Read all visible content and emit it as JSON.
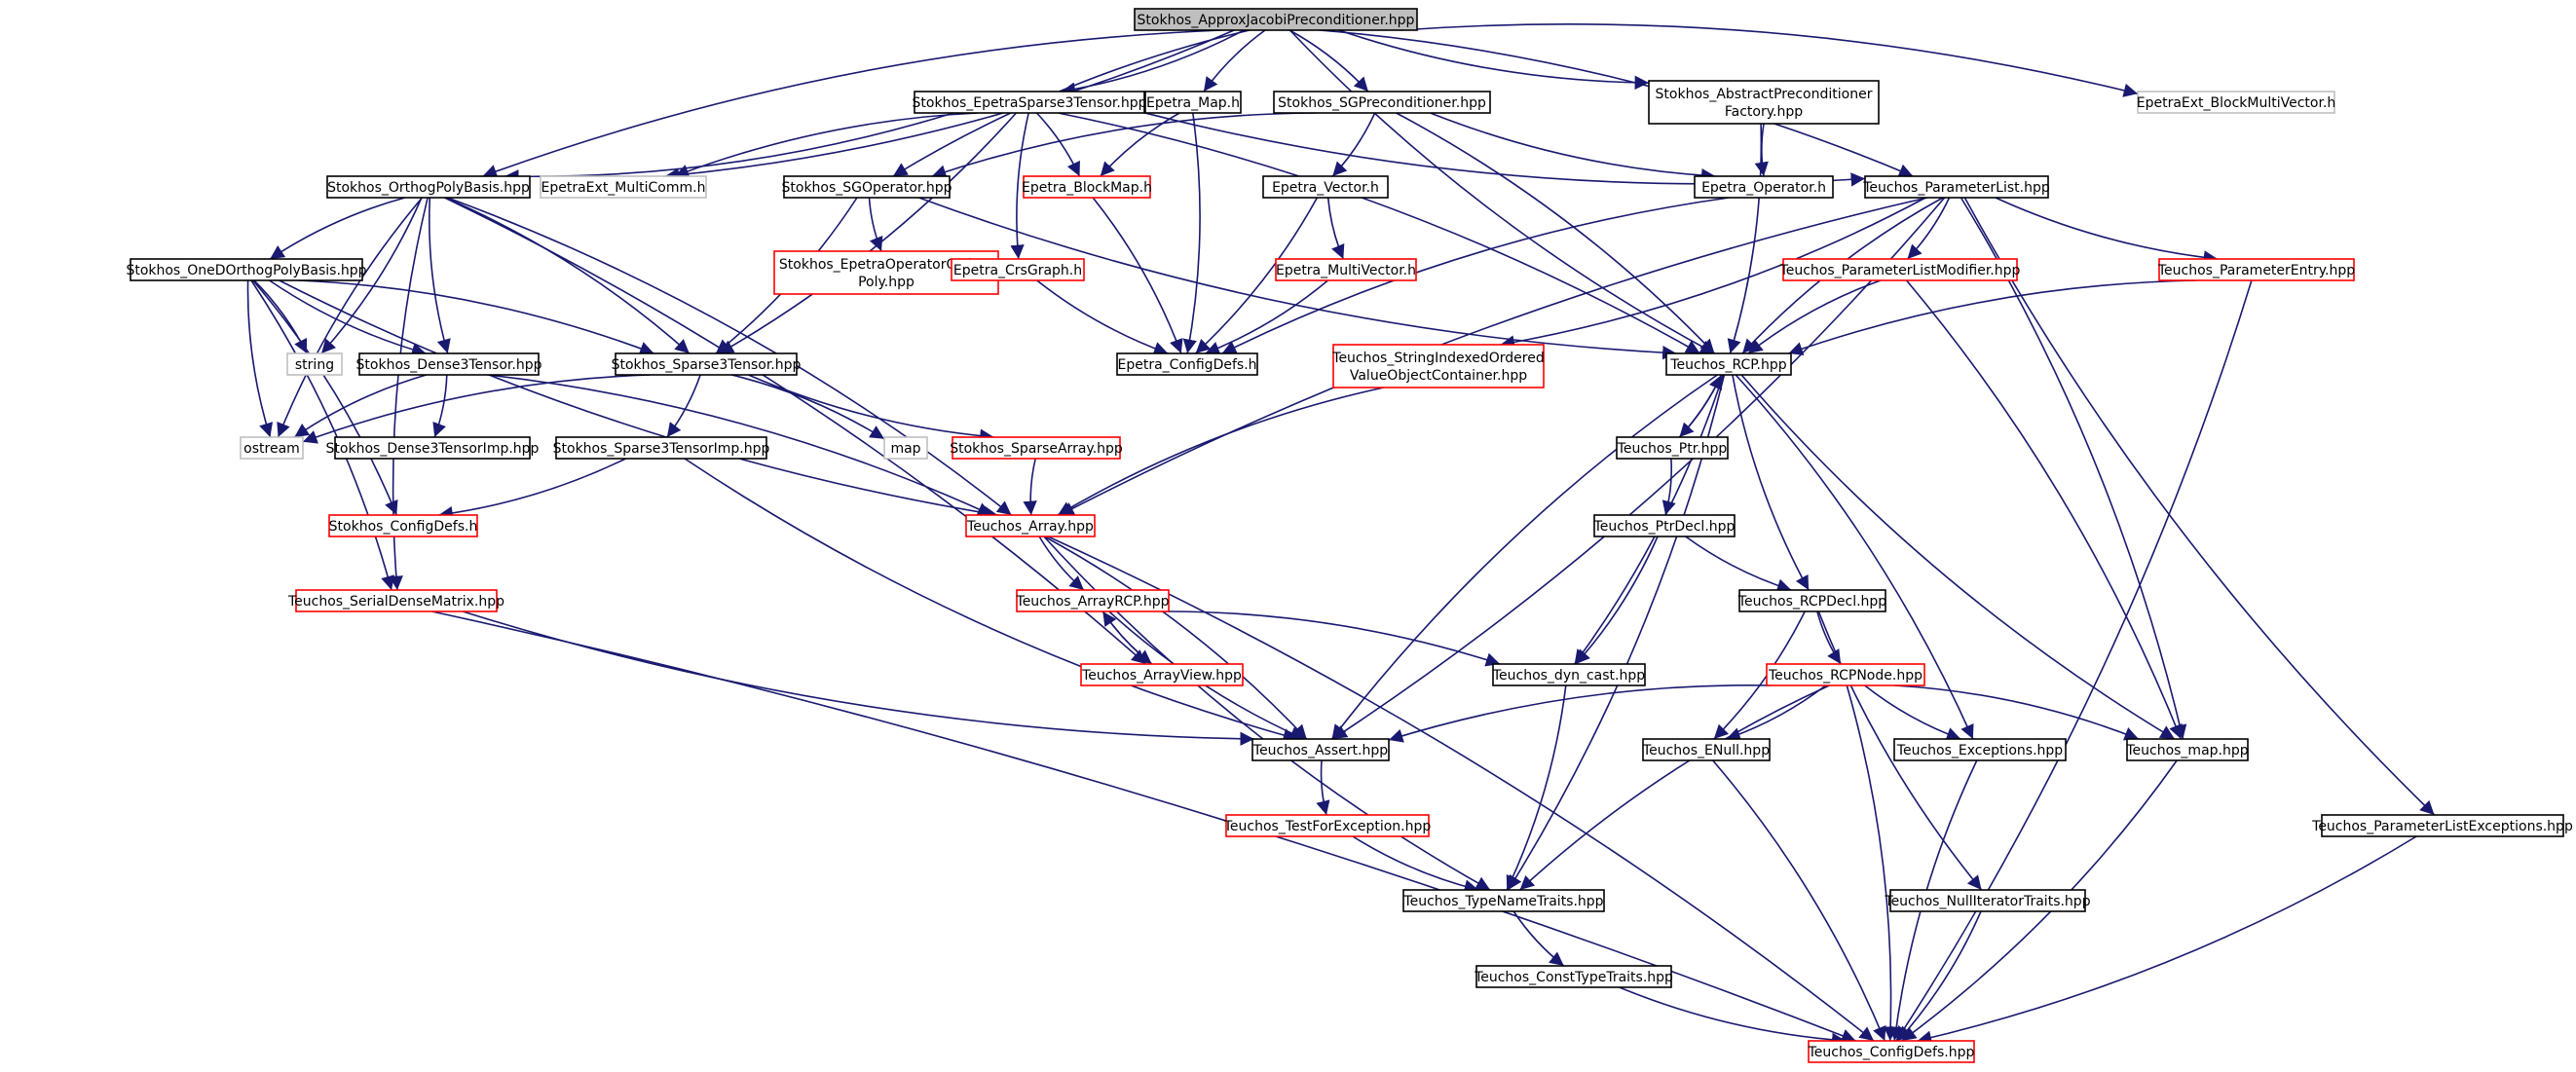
{
  "diagram": {
    "title": "Stokhos_ApproxJacobiPreconditioner.hpp",
    "colors": {
      "edge": "#191970",
      "edge_red": "#a6313a",
      "root_fill": "#bfbfbf",
      "truncated_border": "#ff0000",
      "system_border": "#bfbfbf"
    },
    "nodes": [
      {
        "id": "root",
        "label": "Stokhos_ApproxJacobiPreconditioner.hpp",
        "kind": "root"
      },
      {
        "id": "epetrasparse3",
        "label": "Stokhos_EpetraSparse3Tensor.hpp",
        "kind": "normal"
      },
      {
        "id": "epetramap",
        "label": "Epetra_Map.h",
        "kind": "normal"
      },
      {
        "id": "sgprecond",
        "label": "Stokhos_SGPreconditioner.hpp",
        "kind": "normal"
      },
      {
        "id": "abstractprecond",
        "label": "Stokhos_AbstractPreconditioner\nFactory.hpp",
        "kind": "normal"
      },
      {
        "id": "blockmultivec",
        "label": "EpetraExt_BlockMultiVector.h",
        "kind": "system"
      },
      {
        "id": "orthogpoly",
        "label": "Stokhos_OrthogPolyBasis.hpp",
        "kind": "normal"
      },
      {
        "id": "multicomm",
        "label": "EpetraExt_MultiComm.h",
        "kind": "system"
      },
      {
        "id": "sgoperator",
        "label": "Stokhos_SGOperator.hpp",
        "kind": "normal"
      },
      {
        "id": "blockmap",
        "label": "Epetra_BlockMap.h",
        "kind": "truncated"
      },
      {
        "id": "epetravector",
        "label": "Epetra_Vector.h",
        "kind": "normal"
      },
      {
        "id": "epetraoperator",
        "label": "Epetra_Operator.h",
        "kind": "normal"
      },
      {
        "id": "paramlist",
        "label": "Teuchos_ParameterList.hpp",
        "kind": "normal"
      },
      {
        "id": "onedorthog",
        "label": "Stokhos_OneDOrthogPolyBasis.hpp",
        "kind": "normal"
      },
      {
        "id": "epetraopop",
        "label": "Stokhos_EpetraOperatorOrthog\nPoly.hpp",
        "kind": "truncated"
      },
      {
        "id": "crsgraph",
        "label": "Epetra_CrsGraph.h",
        "kind": "truncated"
      },
      {
        "id": "multivector",
        "label": "Epetra_MultiVector.h",
        "kind": "truncated"
      },
      {
        "id": "paramlistmod",
        "label": "Teuchos_ParameterListModifier.hpp",
        "kind": "truncated"
      },
      {
        "id": "paramentry",
        "label": "Teuchos_ParameterEntry.hpp",
        "kind": "truncated"
      },
      {
        "id": "string",
        "label": "string",
        "kind": "system"
      },
      {
        "id": "dense3",
        "label": "Stokhos_Dense3Tensor.hpp",
        "kind": "normal"
      },
      {
        "id": "sparse3",
        "label": "Stokhos_Sparse3Tensor.hpp",
        "kind": "normal"
      },
      {
        "id": "configdefs",
        "label": "Epetra_ConfigDefs.h",
        "kind": "normal"
      },
      {
        "id": "stringindexed",
        "label": "Teuchos_StringIndexedOrdered\nValueObjectContainer.hpp",
        "kind": "truncated"
      },
      {
        "id": "rcp",
        "label": "Teuchos_RCP.hpp",
        "kind": "normal"
      },
      {
        "id": "ostream",
        "label": "ostream",
        "kind": "system"
      },
      {
        "id": "dense3imp",
        "label": "Stokhos_Dense3TensorImp.hpp",
        "kind": "normal"
      },
      {
        "id": "map",
        "label": "map",
        "kind": "system"
      },
      {
        "id": "sparsearray",
        "label": "Stokhos_SparseArray.hpp",
        "kind": "truncated"
      },
      {
        "id": "ptr",
        "label": "Teuchos_Ptr.hpp",
        "kind": "normal"
      },
      {
        "id": "sparse3imp",
        "label": "Stokhos_Sparse3TensorImp.hpp",
        "kind": "normal"
      },
      {
        "id": "stokhosconfig",
        "label": "Stokhos_ConfigDefs.h",
        "kind": "truncated"
      },
      {
        "id": "tarray",
        "label": "Teuchos_Array.hpp",
        "kind": "truncated"
      },
      {
        "id": "ptrdecl",
        "label": "Teuchos_PtrDecl.hpp",
        "kind": "normal"
      },
      {
        "id": "serialdense",
        "label": "Teuchos_SerialDenseMatrix.hpp",
        "kind": "truncated"
      },
      {
        "id": "arrayrcp",
        "label": "Teuchos_ArrayRCP.hpp",
        "kind": "truncated"
      },
      {
        "id": "rcpdecl",
        "label": "Teuchos_RCPDecl.hpp",
        "kind": "normal"
      },
      {
        "id": "arrayview",
        "label": "Teuchos_ArrayView.hpp",
        "kind": "truncated"
      },
      {
        "id": "dyncast",
        "label": "Teuchos_dyn_cast.hpp",
        "kind": "normal"
      },
      {
        "id": "rcpnode",
        "label": "Teuchos_RCPNode.hpp",
        "kind": "truncated"
      },
      {
        "id": "assert",
        "label": "Teuchos_Assert.hpp",
        "kind": "normal"
      },
      {
        "id": "enull",
        "label": "Teuchos_ENull.hpp",
        "kind": "normal"
      },
      {
        "id": "exceptions",
        "label": "Teuchos_Exceptions.hpp",
        "kind": "normal"
      },
      {
        "id": "tmap",
        "label": "Teuchos_map.hpp",
        "kind": "normal"
      },
      {
        "id": "testforexc",
        "label": "Teuchos_TestForException.hpp",
        "kind": "truncated"
      },
      {
        "id": "paramlistexc",
        "label": "Teuchos_ParameterListExceptions.hpp",
        "kind": "normal"
      },
      {
        "id": "typename",
        "label": "Teuchos_TypeNameTraits.hpp",
        "kind": "normal"
      },
      {
        "id": "nulliter",
        "label": "Teuchos_NullIteratorTraits.hpp",
        "kind": "normal"
      },
      {
        "id": "consttype",
        "label": "Teuchos_ConstTypeTraits.hpp",
        "kind": "normal"
      },
      {
        "id": "tconfigdefs",
        "label": "Teuchos_ConfigDefs.hpp",
        "kind": "truncated"
      }
    ],
    "edges": [
      {
        "from": "root",
        "to": "epetrasparse3"
      },
      {
        "from": "root",
        "to": "epetramap"
      },
      {
        "from": "root",
        "to": "sgprecond"
      },
      {
        "from": "root",
        "to": "abstractprecond"
      },
      {
        "from": "root",
        "to": "blockmultivec"
      },
      {
        "from": "root",
        "to": "orthogpoly"
      },
      {
        "from": "root",
        "to": "multicomm"
      },
      {
        "from": "root",
        "to": "sgoperator"
      },
      {
        "from": "root",
        "to": "paramlist"
      },
      {
        "from": "root",
        "to": "rcp"
      },
      {
        "from": "epetrasparse3",
        "to": "orthogpoly"
      },
      {
        "from": "epetrasparse3",
        "to": "multicomm"
      },
      {
        "from": "epetrasparse3",
        "to": "blockmap"
      },
      {
        "from": "epetrasparse3",
        "to": "crsgraph"
      },
      {
        "from": "epetrasparse3",
        "to": "sparse3"
      },
      {
        "from": "epetrasparse3",
        "to": "paramlist"
      },
      {
        "from": "epetrasparse3",
        "to": "rcp"
      },
      {
        "from": "epetramap",
        "to": "blockmap"
      },
      {
        "from": "epetramap",
        "to": "configdefs"
      },
      {
        "from": "sgprecond",
        "to": "sgoperator"
      },
      {
        "from": "sgprecond",
        "to": "epetravector"
      },
      {
        "from": "sgprecond",
        "to": "epetraoperator"
      },
      {
        "from": "sgprecond",
        "to": "rcp"
      },
      {
        "from": "abstractprecond",
        "to": "epetraoperator"
      },
      {
        "from": "abstractprecond",
        "to": "rcp"
      },
      {
        "from": "orthogpoly",
        "to": "onedorthog"
      },
      {
        "from": "orthogpoly",
        "to": "string"
      },
      {
        "from": "orthogpoly",
        "to": "dense3"
      },
      {
        "from": "orthogpoly",
        "to": "sparse3"
      },
      {
        "from": "orthogpoly",
        "to": "ostream"
      },
      {
        "from": "orthogpoly",
        "to": "tarray"
      },
      {
        "from": "orthogpoly",
        "to": "serialdense"
      },
      {
        "from": "orthogpoly",
        "to": "arrayview"
      },
      {
        "from": "sgoperator",
        "to": "epetraopop"
      },
      {
        "from": "sgoperator",
        "to": "sparse3"
      },
      {
        "from": "sgoperator",
        "to": "rcp"
      },
      {
        "from": "blockmap",
        "to": "configdefs"
      },
      {
        "from": "epetravector",
        "to": "multivector"
      },
      {
        "from": "epetravector",
        "to": "configdefs"
      },
      {
        "from": "epetraoperator",
        "to": "configdefs"
      },
      {
        "from": "paramlist",
        "to": "paramlistmod"
      },
      {
        "from": "paramlist",
        "to": "paramentry"
      },
      {
        "from": "paramlist",
        "to": "stringindexed"
      },
      {
        "from": "paramlist",
        "to": "rcp"
      },
      {
        "from": "paramlist",
        "to": "assert"
      },
      {
        "from": "paramlist",
        "to": "tarray"
      },
      {
        "from": "paramlist",
        "to": "tmap"
      },
      {
        "from": "paramlist",
        "to": "paramlistexc"
      },
      {
        "from": "onedorthog",
        "to": "string"
      },
      {
        "from": "onedorthog",
        "to": "dense3"
      },
      {
        "from": "onedorthog",
        "to": "sparse3"
      },
      {
        "from": "onedorthog",
        "to": "ostream"
      },
      {
        "from": "onedorthog",
        "to": "stokhosconfig"
      },
      {
        "from": "onedorthog",
        "to": "tarray"
      },
      {
        "from": "onedorthog",
        "to": "serialdense"
      },
      {
        "from": "crsgraph",
        "to": "configdefs"
      },
      {
        "from": "multivector",
        "to": "configdefs"
      },
      {
        "from": "paramlistmod",
        "to": "rcp"
      },
      {
        "from": "paramlistmod",
        "to": "tmap"
      },
      {
        "from": "paramentry",
        "to": "rcp"
      },
      {
        "from": "paramentry",
        "to": "tconfigdefs"
      },
      {
        "from": "dense3",
        "to": "ostream"
      },
      {
        "from": "dense3",
        "to": "dense3imp"
      },
      {
        "from": "sparse3",
        "to": "ostream"
      },
      {
        "from": "sparse3",
        "to": "map"
      },
      {
        "from": "sparse3",
        "to": "sparsearray"
      },
      {
        "from": "sparse3",
        "to": "sparse3imp"
      },
      {
        "from": "stringindexed",
        "to": "tarray"
      },
      {
        "from": "rcp",
        "to": "ptr"
      },
      {
        "from": "rcp",
        "to": "rcpdecl"
      },
      {
        "from": "rcp",
        "to": "dyncast"
      },
      {
        "from": "rcp",
        "to": "assert"
      },
      {
        "from": "rcp",
        "to": "exceptions"
      },
      {
        "from": "rcp",
        "to": "tmap"
      },
      {
        "from": "rcp",
        "to": "typename"
      },
      {
        "from": "ptr",
        "to": "rcp"
      },
      {
        "from": "ptr",
        "to": "ptrdecl"
      },
      {
        "from": "sparsearray",
        "to": "tarray"
      },
      {
        "from": "sparse3imp",
        "to": "stokhosconfig"
      },
      {
        "from": "sparse3imp",
        "to": "assert"
      },
      {
        "from": "dense3",
        "to": "tarray"
      },
      {
        "from": "tarray",
        "to": "arrayrcp"
      },
      {
        "from": "tarray",
        "to": "assert"
      },
      {
        "from": "tarray",
        "to": "typename"
      },
      {
        "from": "tarray",
        "to": "tconfigdefs"
      },
      {
        "from": "ptrdecl",
        "to": "rcpdecl"
      },
      {
        "from": "ptrdecl",
        "to": "dyncast"
      },
      {
        "from": "serialdense",
        "to": "assert"
      },
      {
        "from": "serialdense",
        "to": "tconfigdefs"
      },
      {
        "from": "arrayrcp",
        "to": "arrayview"
      },
      {
        "from": "arrayrcp",
        "to": "dyncast"
      },
      {
        "from": "arrayrcp",
        "to": "assert"
      },
      {
        "from": "arrayview",
        "to": "arrayrcp"
      },
      {
        "from": "rcpdecl",
        "to": "rcpnode"
      },
      {
        "from": "rcpdecl",
        "to": "enull"
      },
      {
        "from": "rcpdecl",
        "to": "nulliter"
      },
      {
        "from": "dyncast",
        "to": "typename"
      },
      {
        "from": "rcpnode",
        "to": "assert"
      },
      {
        "from": "rcpnode",
        "to": "enull"
      },
      {
        "from": "rcpnode",
        "to": "exceptions"
      },
      {
        "from": "rcpnode",
        "to": "tmap"
      },
      {
        "from": "rcpnode",
        "to": "typename"
      },
      {
        "from": "rcpnode",
        "to": "tconfigdefs"
      },
      {
        "from": "assert",
        "to": "testforexc"
      },
      {
        "from": "enull",
        "to": "tconfigdefs"
      },
      {
        "from": "exceptions",
        "to": "tconfigdefs"
      },
      {
        "from": "tmap",
        "to": "tconfigdefs"
      },
      {
        "from": "testforexc",
        "to": "typename"
      },
      {
        "from": "paramlistexc",
        "to": "tconfigdefs"
      },
      {
        "from": "typename",
        "to": "consttype"
      },
      {
        "from": "nulliter",
        "to": "tconfigdefs"
      },
      {
        "from": "consttype",
        "to": "tconfigdefs"
      }
    ]
  }
}
